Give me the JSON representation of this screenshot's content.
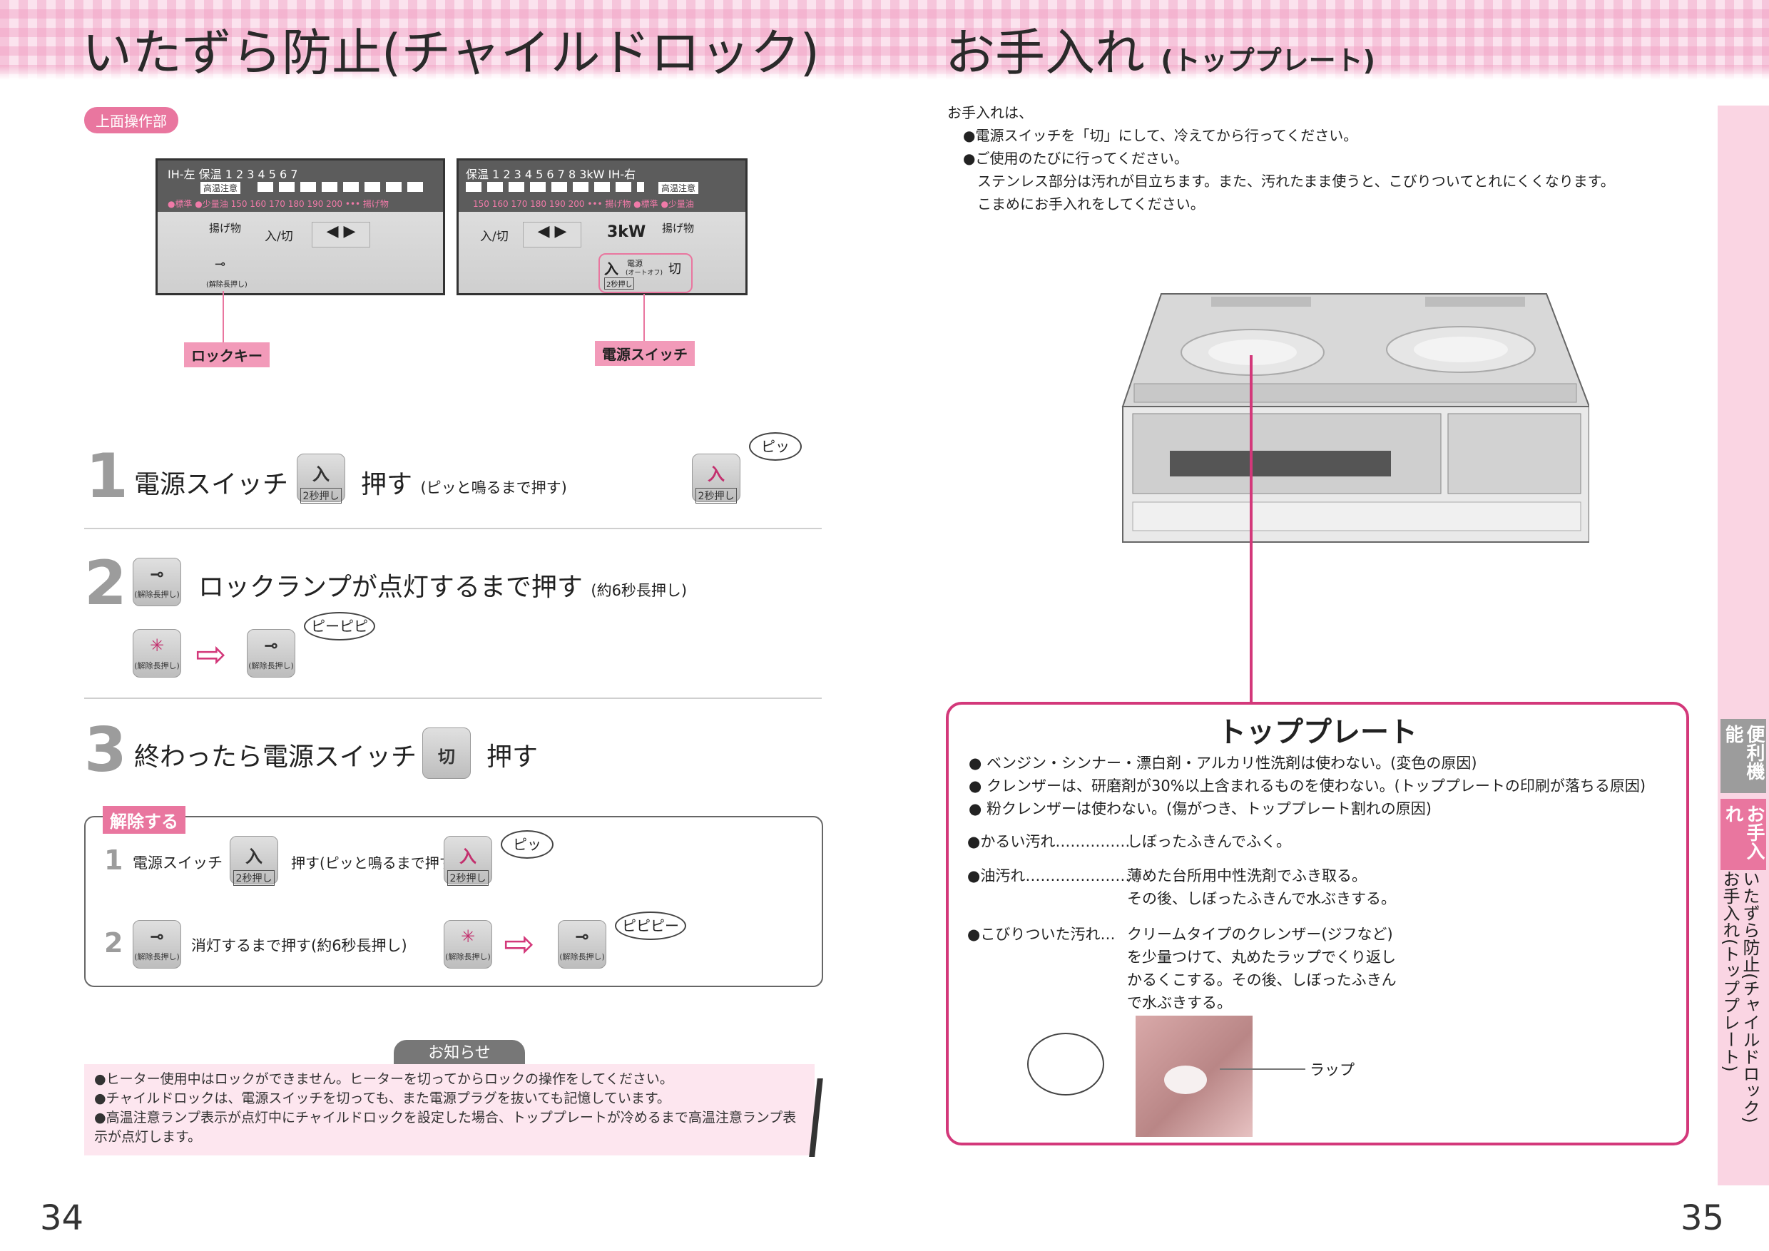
{
  "left": {
    "title_main": "いたずら防止(チャイルドロック)",
    "section_pill": "上面操作部",
    "panel": {
      "left_row1": "IH-左  保温 1 2 3 4 5 6 7",
      "left_badge": "高温注意",
      "left_row2": "●標準 ●少量油   150 160 170 180 190 200 ••• 揚げ物",
      "left_fry": "揚げ物",
      "left_onoff": "入/切",
      "lock_caption": "(解除長押し)",
      "right_row1": "保温 1 2 3 4 5 6 7 8 3kW IH-右",
      "right_badge": "高温注意",
      "right_row2": "150 160 170 180 190 200 ••• 揚げ物  ●標準 ●少量油",
      "right_onoff": "入/切",
      "right_3kw": "3kW",
      "right_fry": "揚げ物",
      "power_on": "入",
      "power_label": "電源",
      "power_sub": "(オートオフ)",
      "power_off": "切",
      "two_sec": "2秒押し"
    },
    "tag_lock": "ロックキー",
    "tag_power": "電源スイッチ",
    "step1": {
      "no": "1",
      "text_a": "電源スイッチ",
      "text_b": "押す",
      "small": "(ピッと鳴るまで押す)",
      "bubble": "ピッ"
    },
    "step2": {
      "no": "2",
      "text": "ロックランプが点灯するまで押す",
      "small": "(約6秒長押し)",
      "bubble": "ピーピピ"
    },
    "step3": {
      "no": "3",
      "text_a": "終わったら電源スイッチ",
      "key": "切",
      "text_b": "押す"
    },
    "release": {
      "tag": "解除する",
      "r1_no": "1",
      "r1_a": "電源スイッチ",
      "r1_b": "押す(ピッと鳴るまで押す)",
      "r1_bubble": "ピッ",
      "r2_no": "2",
      "r2_text": "消灯するまで押す(約6秒長押し)",
      "r2_bubble": "ピピピー"
    },
    "key_on": "入",
    "key_two_sec": "2秒押し",
    "key_lock_caption": "(解除長押し)",
    "notice": {
      "label": "お知らせ",
      "lines": [
        "●ヒーター使用中はロックができません。ヒーターを切ってからロックの操作をしてください。",
        "●チャイルドロックは、電源スイッチを切っても、また電源プラグを抜いても記憶しています。",
        "●高温注意ランプ表示が点灯中にチャイルドロックを設定した場合、トッププレートが冷めるまで高温注意ランプ表",
        "示が点灯します。"
      ]
    },
    "page_no": "34"
  },
  "right": {
    "title_main": "お手入れ",
    "title_sub": "(トッププレート)",
    "intro": [
      "お手入れは、",
      "●電源スイッチを「切」にして、冷えてから行ってください。",
      "●ご使用のたびに行ってください。",
      "ステンレス部分は汚れが目立ちます。また、汚れたまま使うと、こびりついてとれにくくなります。",
      "こまめにお手入れをしてください。"
    ],
    "box": {
      "title": "トッププレート",
      "bullets": [
        "● ベンジン・シンナー・漂白剤・アルカリ性洗剤は使わない。(変色の原因)",
        "● クレンザーは、研磨剤が30%以上含まれるものを使わない。(トッププレートの印刷が落ちる原因)",
        "● 粉クレンザーは使わない。(傷がつき、トッププレート割れの原因)"
      ],
      "rows": [
        {
          "label": "●かるい汚れ……………",
          "lines": [
            "しぼったふきんでふく。"
          ]
        },
        {
          "label": "●油汚れ…………………",
          "lines": [
            "薄めた台所用中性洗剤でふき取る。",
            "その後、しぼったふきんで水ぶきする。"
          ]
        },
        {
          "label": "●こびりついた汚れ…",
          "lines": [
            "クリームタイプのクレンザー(ジフなど)",
            "を少量つけて、丸めたラップでくり返し",
            "かるくこする。その後、しぼったふきん",
            "で水ぶきする。"
          ]
        }
      ],
      "wrap_label": "ラップ"
    },
    "side_tabs": [
      "便利機能",
      "お手入れ"
    ],
    "side_text": [
      "いたずら防止(チャイルドロック)",
      "お手入れ(トッププレート)"
    ],
    "page_no": "35"
  },
  "colors": {
    "accent": "#d3387a",
    "pill": "#e9769f",
    "tag": "#f29ab9",
    "side": "#fad5e3"
  }
}
